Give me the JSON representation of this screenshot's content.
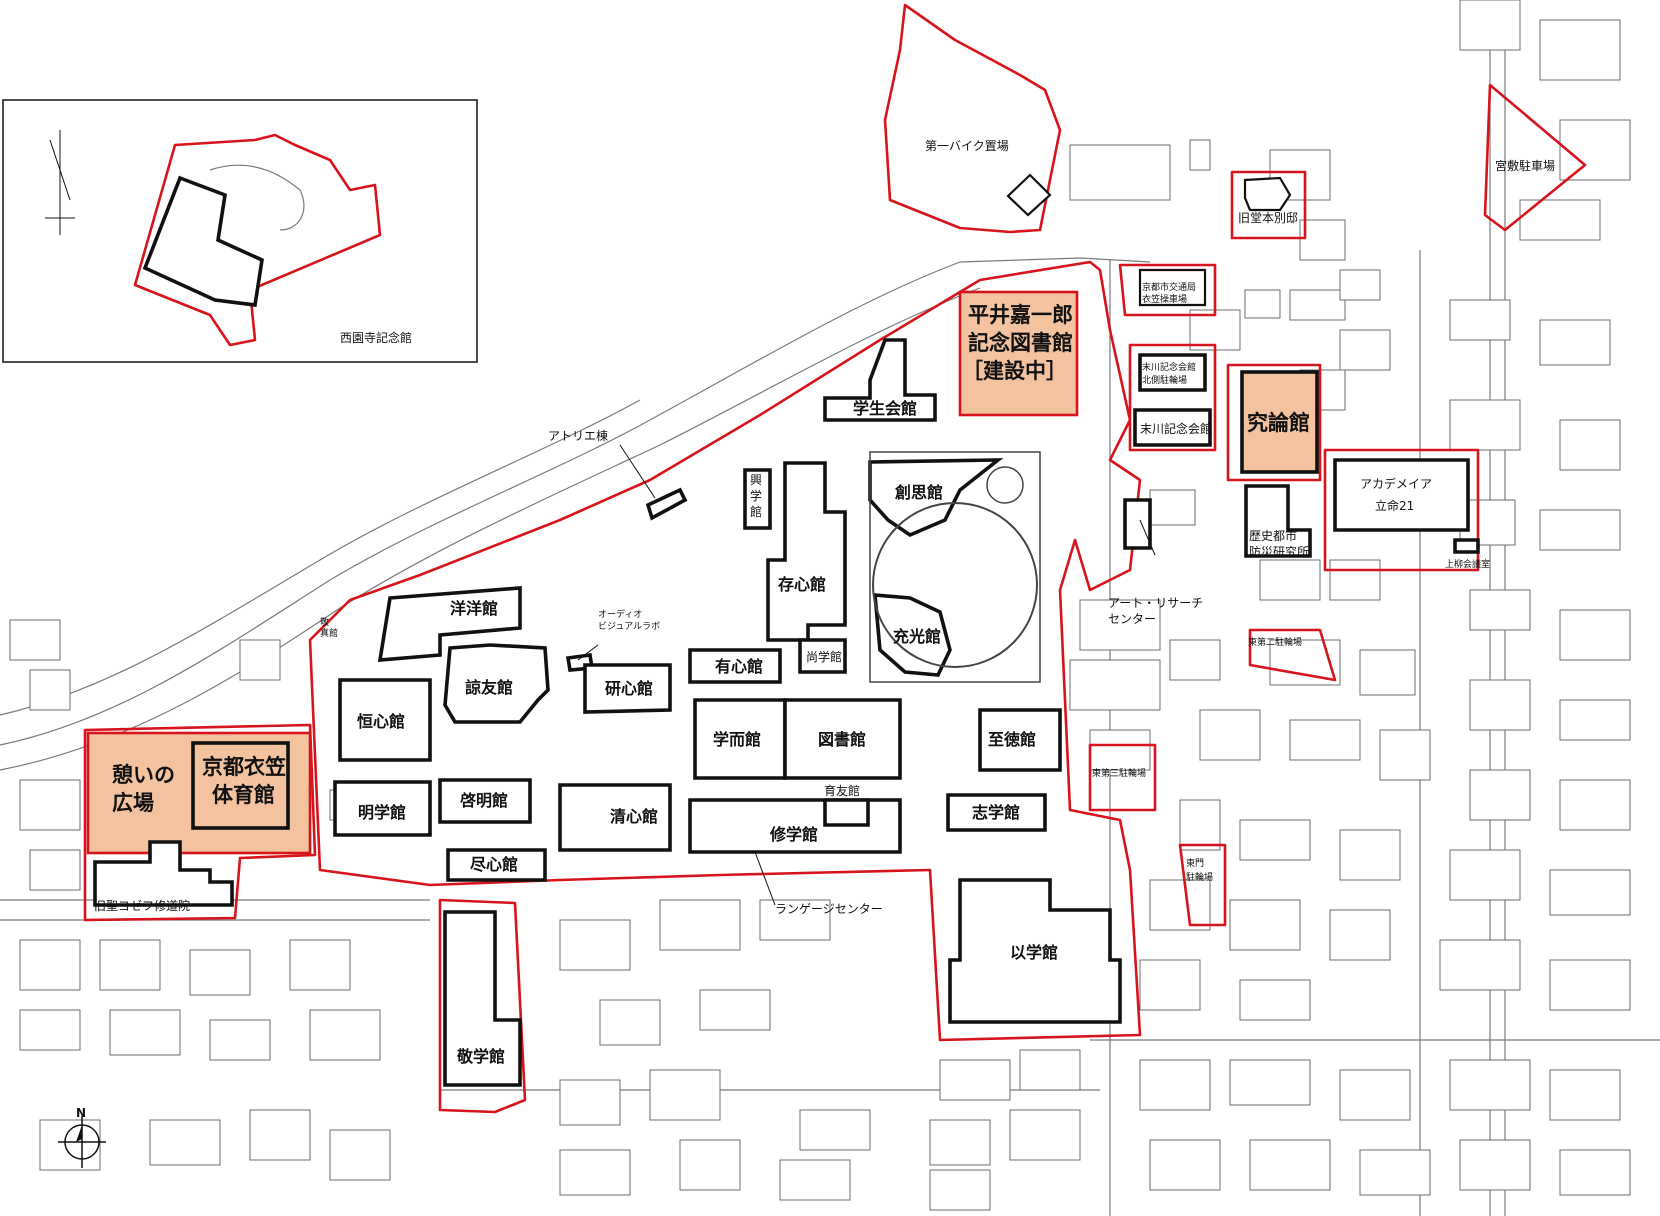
{
  "inset": {
    "label": "西園寺記念館"
  },
  "buildings": {
    "bike": "第一バイク置場",
    "miyashiki": "宮敷駐車場",
    "kyudohonbettei": "旧堂本別邸",
    "library_line1": "平井嘉一郎",
    "library_line2": "記念図書館",
    "library_line3": "［建設中］",
    "kotsu_line1": "京都市交通局",
    "kotsu_line2": "衣笠操車場",
    "suekawa_n_line1": "末川記念会館",
    "suekawa_n_line2": "北側駐輪場",
    "gakuseikaikan": "学生会館",
    "suekawa": "末川記念会館",
    "kyuronkan": "究論館",
    "atorie": "アトリエ棟",
    "kogaku_1": "興",
    "kogaku_2": "学",
    "kogaku_3": "館",
    "soshikan": "創思館",
    "academeia_line1": "アカデメイア",
    "academeia_line2": "立命21",
    "rekishi_line1": "歴史都市",
    "rekishi_line2": "防災研究所",
    "kamiyanagi": "上柳会議室",
    "art_line1": "アート・リサーチ",
    "art_line2": "センター",
    "zonshinkan": "存心館",
    "yoyokan": "洋洋館",
    "sankoukan_line1": "敬",
    "sankoukan_line2": "真館",
    "audio_line1": "オーディオ",
    "audio_line2": "ビジュアルラボ",
    "higashi2": "東第二駐輪場",
    "jukokan": "充光館",
    "shogakukan": "尚学館",
    "ryoyukan": "諒友館",
    "kenshinkan": "研心館",
    "yushinkan": "有心館",
    "koshinkan": "恒心館",
    "gakujikan": "学而館",
    "toshokan": "図書館",
    "shitokukan": "至徳館",
    "ikoi_line1": "憩いの",
    "ikoi_line2": "広場",
    "gym_line1": "京都衣笠",
    "gym_line2": "体育館",
    "higashi3": "東第三駐輪場",
    "meigakukan": "明学館",
    "keimeikan": "啓明館",
    "seishinkan": "清心館",
    "ikuyukan": "育友館",
    "shugakukan": "修学館",
    "shigakukan": "志学館",
    "jinshinkan": "尽心館",
    "higashimon_line1": "東門",
    "higashimon_line2": "駐輪場",
    "seiyosefu": "旧聖ヨゼフ修道院",
    "language": "ランゲージセンター",
    "igakukan": "以学館",
    "keigakukan": "敬学館"
  },
  "compass": {
    "north": "N"
  },
  "colors": {
    "boundary": "#d7141b",
    "highlight": "#f3c3a0",
    "building": "#111111"
  }
}
